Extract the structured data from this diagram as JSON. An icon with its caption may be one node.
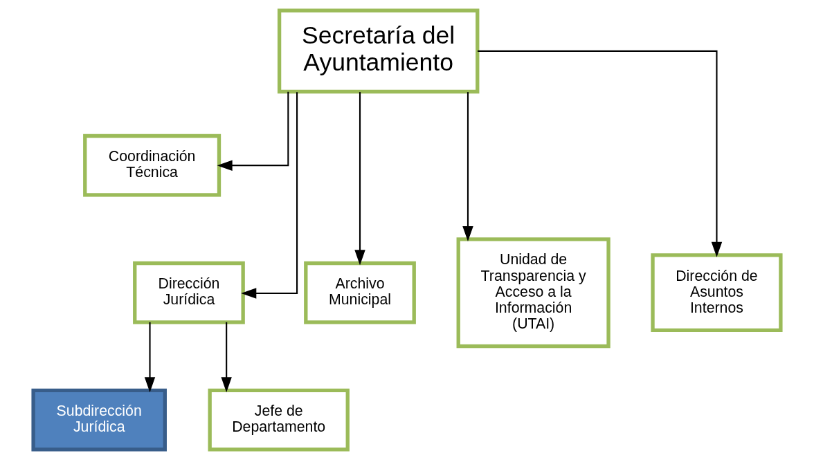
{
  "diagram": {
    "nodes": [
      {
        "text": [
          "Secretaría del Ayuntamiento"
        ]
      },
      {
        "text": [
          "Coordinación Técnica"
        ]
      },
      {
        "text": [
          "Dirección Jurídica"
        ]
      },
      {
        "text": [
          "Archivo Municipal"
        ]
      },
      {
        "text": [
          "Unidad de Transparencia y Acceso a la Información (UTAI)"
        ]
      },
      {
        "text": [
          "Dirección de Asuntos Internos"
        ]
      },
      {
        "text": [
          "Subdirección Jurídica"
        ]
      },
      {
        "text": [
          "Jefe de Departamento"
        ]
      }
    ],
    "edges": [
      {
        "from": 0,
        "to": 1,
        "arrow": "to"
      },
      {
        "from": 0,
        "to": 2,
        "arrow": "to"
      },
      {
        "from": 0,
        "to": 3,
        "arrow": "to"
      },
      {
        "from": 0,
        "to": 4,
        "arrow": "to"
      },
      {
        "from": 0,
        "to": 5,
        "arrow": "to"
      },
      {
        "from": 2,
        "to": 6,
        "arrow": "to"
      },
      {
        "from": 2,
        "to": 7,
        "arrow": "to"
      }
    ]
  }
}
